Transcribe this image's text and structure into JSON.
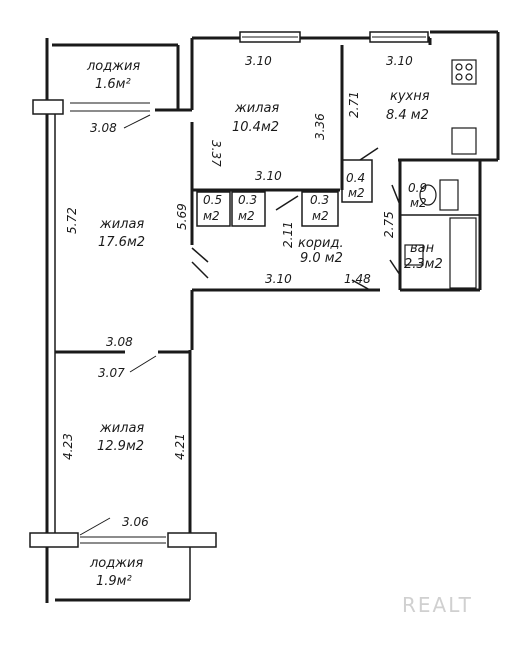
{
  "rooms": {
    "loggia_top": {
      "name": "лоджия",
      "area": "1.6м²"
    },
    "living_big": {
      "name": "жилая",
      "area": "17.6м2"
    },
    "living_top": {
      "name": "жилая",
      "area": "10.4м2"
    },
    "kitchen": {
      "name": "кухня",
      "area": "8.4 м2"
    },
    "closet_1": {
      "area_a": "0.5",
      "area_b": "м2"
    },
    "closet_2": {
      "area_a": "0.3",
      "area_b": "м2"
    },
    "closet_3": {
      "area_a": "0.3",
      "area_b": "м2"
    },
    "closet_4": {
      "area_a": "0.4",
      "area_b": "м2"
    },
    "wc": {
      "area_a": "0.9",
      "area_b": "м2"
    },
    "corridor": {
      "name": "корид.",
      "area": "9.0 м2"
    },
    "bath": {
      "name": "ван",
      "area": "2.3м2"
    },
    "living_bottom": {
      "name": "жилая",
      "area": "12.9м2"
    },
    "loggia_bottom": {
      "name": "лоджия",
      "area": "1.9м²"
    }
  },
  "dimensions": {
    "top_living_width": "3.10",
    "kitchen_width": "3.10",
    "loggia_top_width": "3.08",
    "top_living_depth_left": "3.37",
    "top_living_depth_right": "3.36",
    "kitchen_depth": "2.71",
    "top_living_inner_width": "3.10",
    "big_living_depth": "5.72",
    "wall_segment": "5.69",
    "corridor_depth": "2.11",
    "bath_depth": "2.75",
    "corridor_width": "3.10",
    "corridor_step": "1.48",
    "big_living_bottom_width": "3.08",
    "bottom_living_top_width": "3.07",
    "bottom_living_depth_left": "4.23",
    "bottom_living_depth_right": "4.21",
    "bottom_living_bottom_width": "3.06"
  },
  "watermark": "REALT"
}
